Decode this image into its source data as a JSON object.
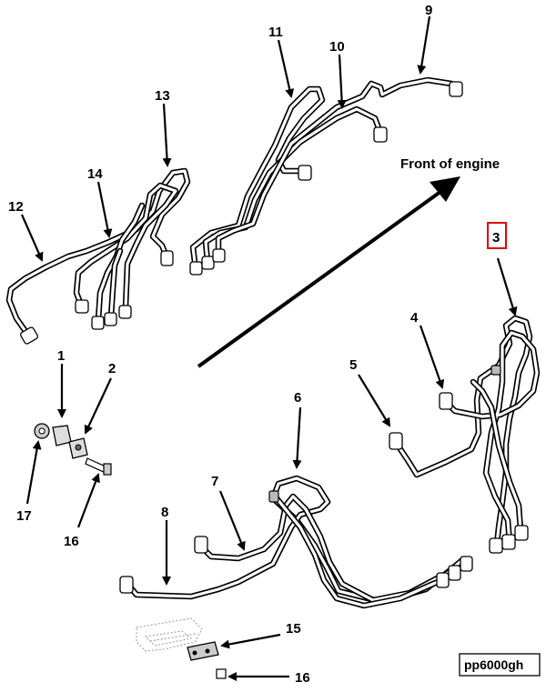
{
  "diagram": {
    "title": "Front of engine",
    "figure_code": "pp6000gh",
    "highlighted_callout": "3",
    "callouts": [
      "1",
      "2",
      "3",
      "4",
      "5",
      "6",
      "7",
      "8",
      "9",
      "10",
      "11",
      "12",
      "13",
      "14",
      "15",
      "16",
      "16",
      "17"
    ]
  }
}
